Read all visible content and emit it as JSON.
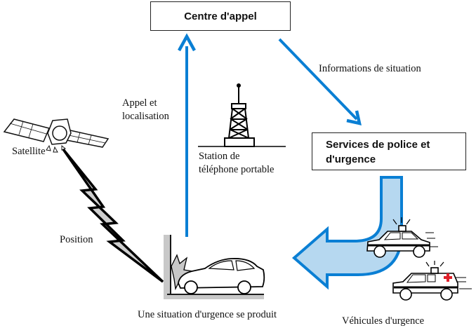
{
  "diagram": {
    "nodes": {
      "call_center": "Centre d'appel",
      "emergency_services": [
        "Services de police et",
        "d'urgence"
      ]
    },
    "labels": {
      "call_and_location": [
        "Appel et",
        "localisation"
      ],
      "satellite": "Satellite",
      "cell_station": [
        "Station de",
        "téléphone portable"
      ],
      "situation_info": "Informations de situation",
      "position": "Position",
      "emergency_occurs": "Une situation d'urgence se produit",
      "emergency_vehicles": "Véhicules d'urgence"
    },
    "icons": {
      "satellite": "satellite-icon",
      "tower": "cell-tower-icon",
      "crash": "car-crash-icon",
      "police_car": "police-car-icon",
      "ambulance": "ambulance-icon",
      "lightning": "lightning-bolt-icon"
    },
    "colors": {
      "arrow_blue": "#0a7fd4",
      "big_arrow_fill": "#b6d8f0",
      "bolt_fill": "#cfcfcf",
      "wall_gray": "#c8c8c8",
      "red_cross": "#e0202a"
    }
  }
}
